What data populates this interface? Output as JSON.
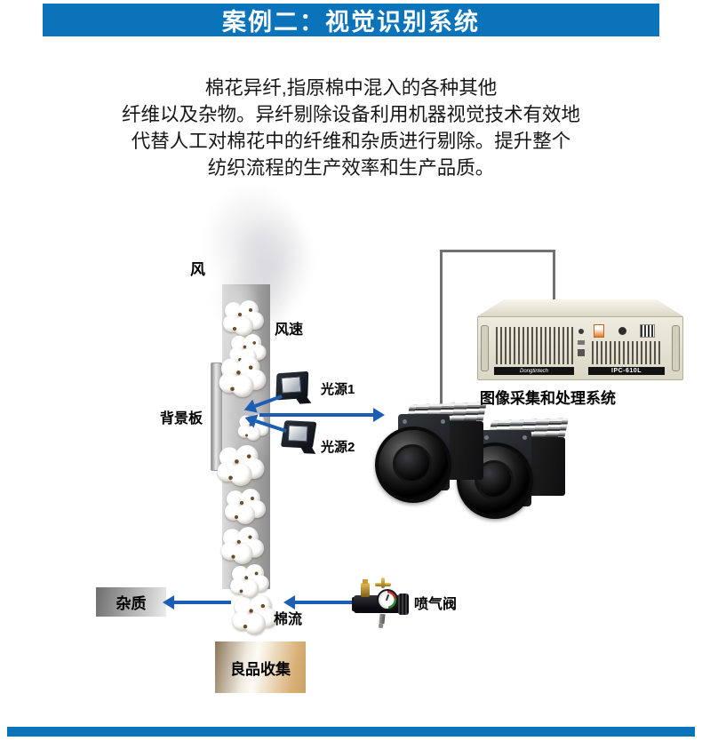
{
  "header": {
    "title": "案例二：视觉识别系统"
  },
  "intro": {
    "line1": "棉花异纤,指原棉中混入的各种其他",
    "line2": "纤维以及杂物。异纤剔除设备利用机器视觉技术有效地",
    "line3": "代替人工对棉花中的纤维和杂质进行剔除。提升整个",
    "line4": "纺织流程的生产效率和生产品质。"
  },
  "diagram": {
    "wind_label": "风",
    "wind_speed_label": "风速",
    "background_board_label": "背景板",
    "light1_label": "光源1",
    "light2_label": "光源2",
    "impurity_label": "杂质",
    "cotton_flow_label": "棉流",
    "air_valve_label": "喷气阀",
    "good_product_label": "良品收集",
    "ipc_caption": "图像采集和处理系统",
    "ipc_model": "IPC-610L",
    "ipc_brand": "Dongtintech"
  },
  "colors": {
    "header_blue": "#0a73ba",
    "arrow_blue": "#1c5eb3",
    "footer_blue": "#0a73ba",
    "good_box_gold": "#d8b077",
    "impurity_gray": "#8a8a8a"
  }
}
